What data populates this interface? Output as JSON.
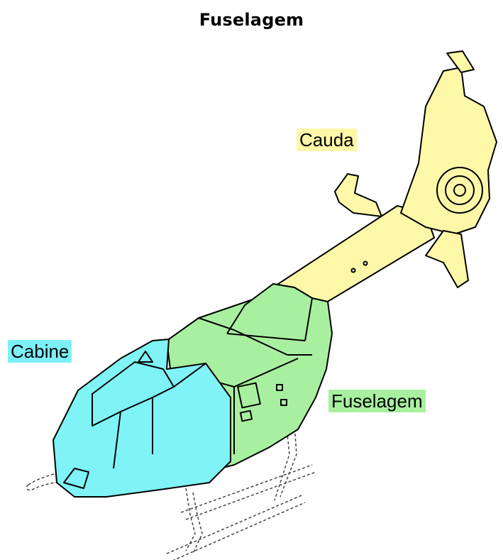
{
  "title": "Fuselagem",
  "labels": {
    "cauda": "Cauda",
    "cabine": "Cabine",
    "fuselagem": "Fuselagem"
  },
  "colors": {
    "cauda": "#fff7a8",
    "cabine": "#7df0f7",
    "fuselagem": "#a8f0a0",
    "tail_fill": "#fdf7a8",
    "cabin_fill": "#7ff3f6",
    "body_fill": "#a8f0a0",
    "outline": "#000000"
  }
}
